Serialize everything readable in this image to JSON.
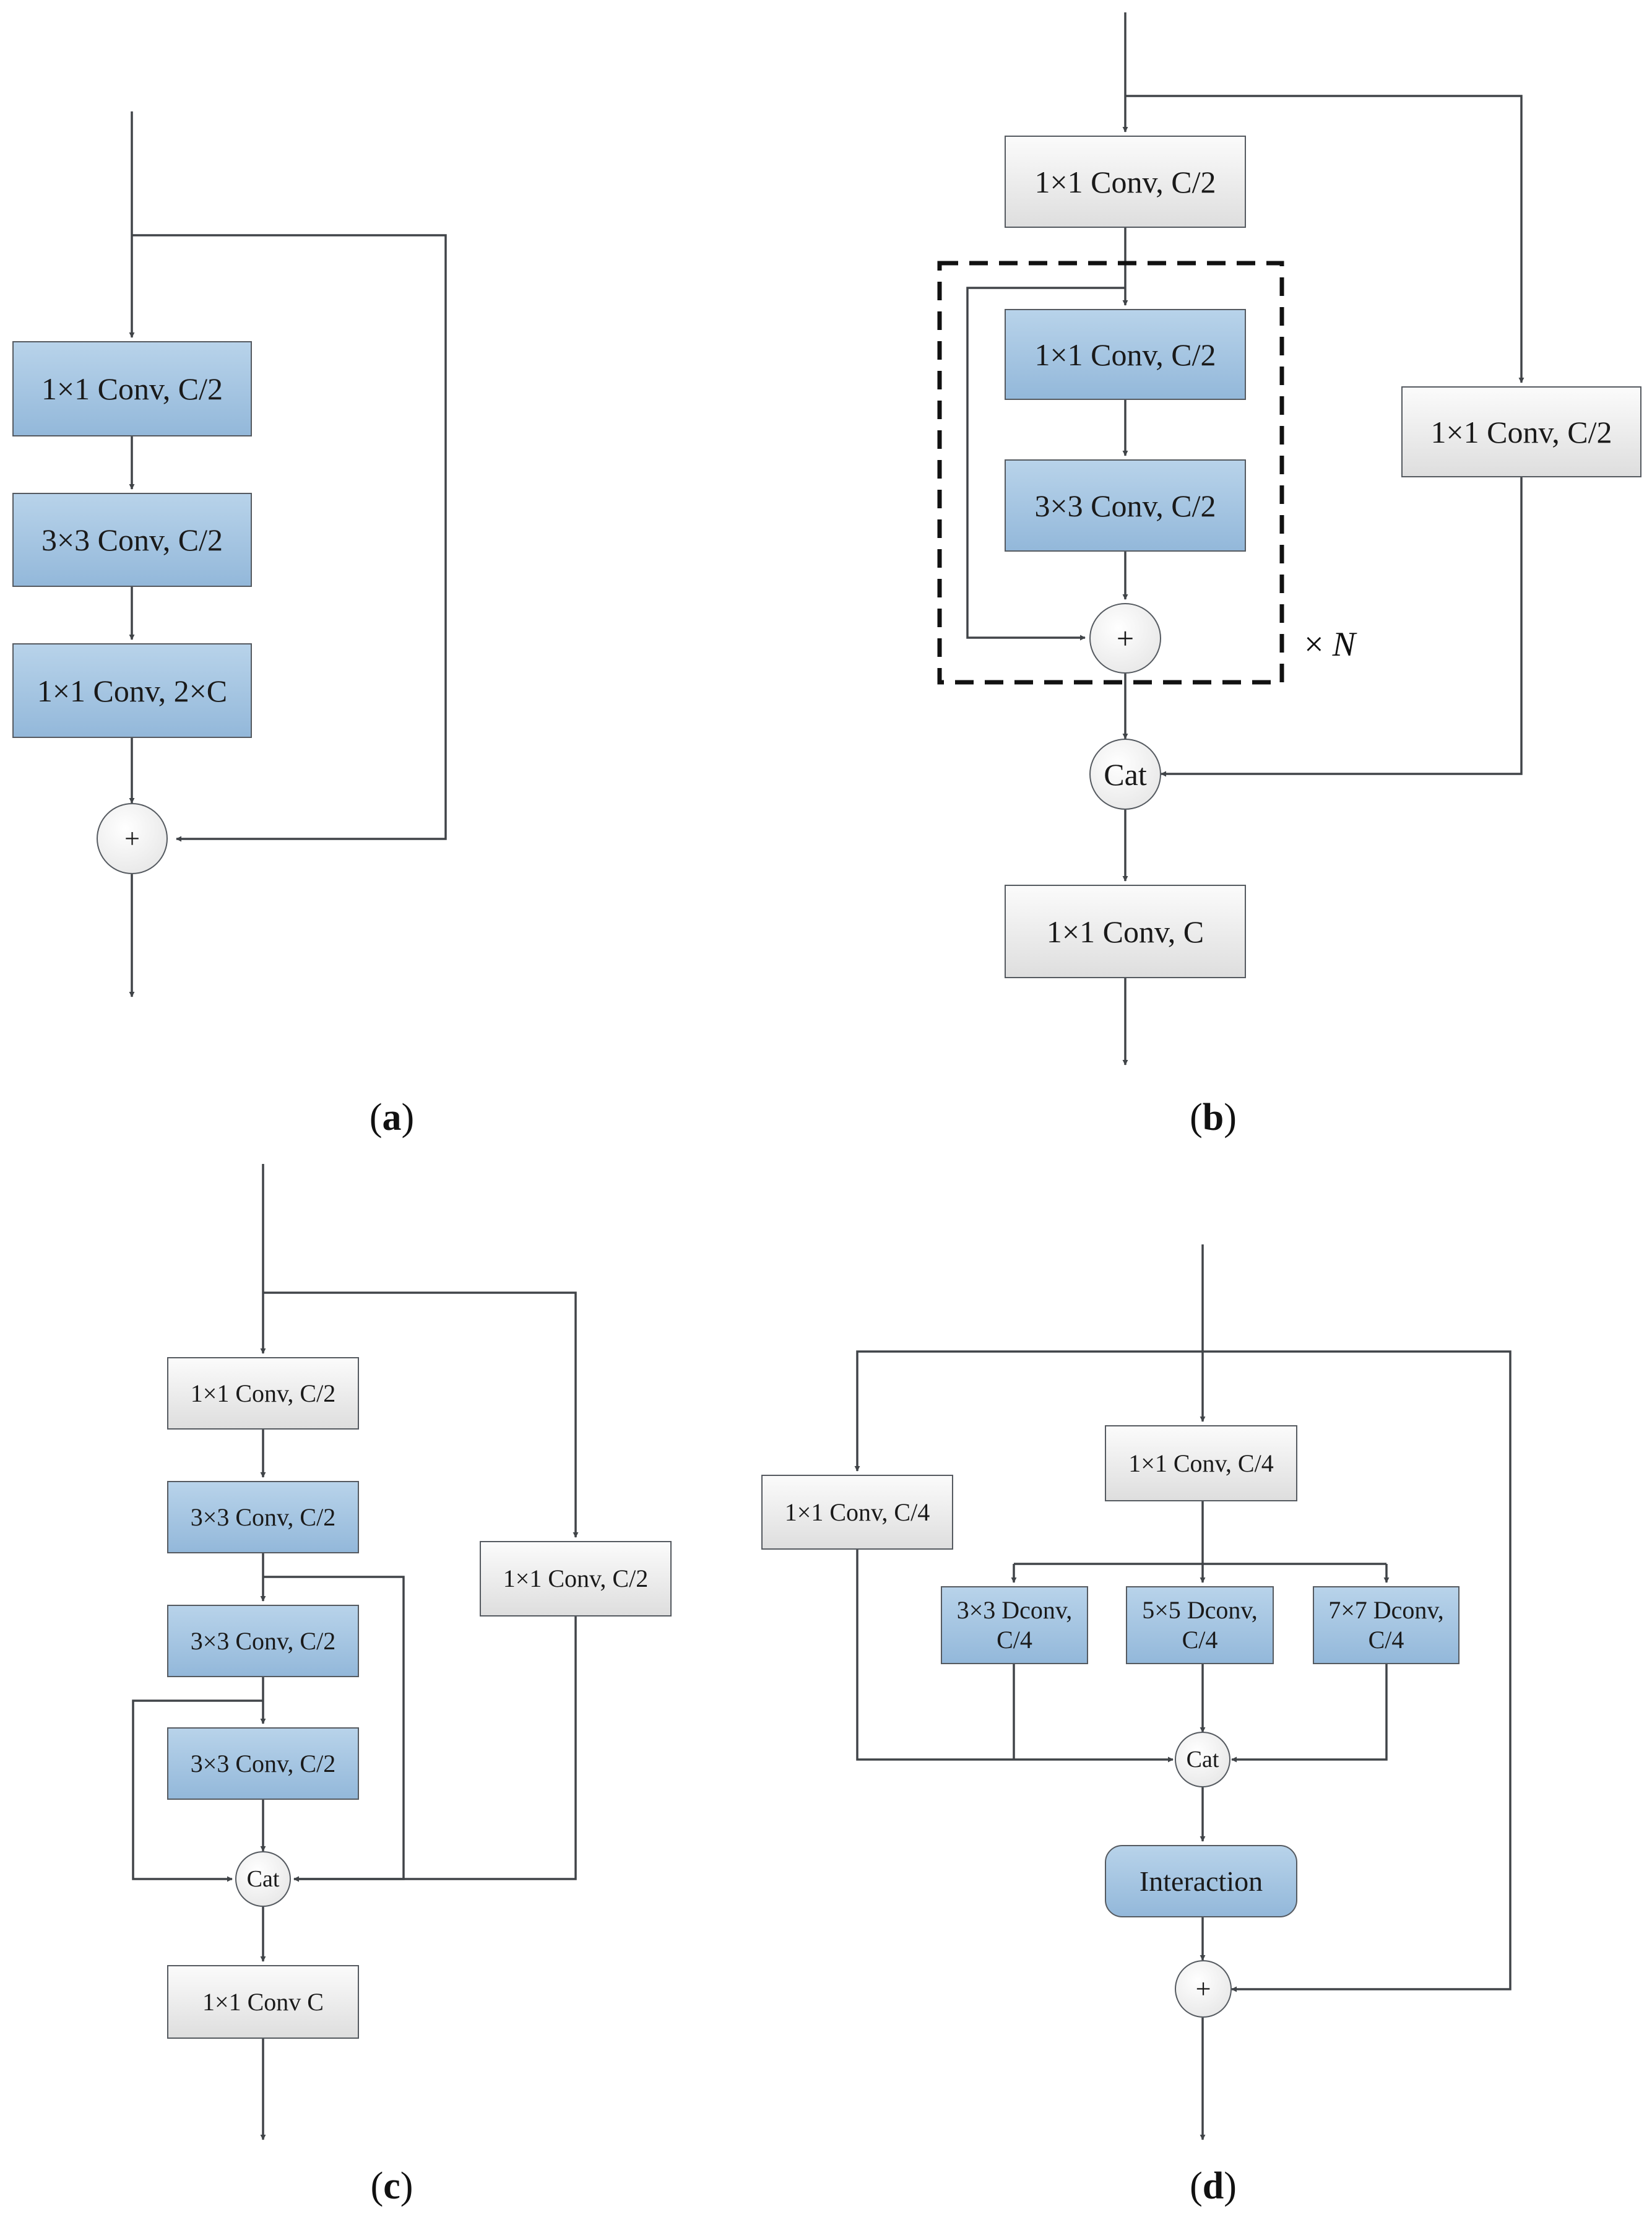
{
  "panels": {
    "a": {
      "label": "a",
      "blocks": [
        "1×1 Conv, C/2",
        "3×3 Conv, C/2",
        "1×1 Conv, 2×C"
      ],
      "add_symbol": "+"
    },
    "b": {
      "label": "b",
      "blocks": [
        "1×1 Conv, C/2",
        "1×1 Conv, C/2",
        "3×3 Conv, C/2",
        "1×1 Conv, C/2",
        "1×1 Conv, C"
      ],
      "add_symbol": "+",
      "cat_label": "Cat",
      "repeat_times": "×",
      "repeat_var": "N"
    },
    "c": {
      "label": "c",
      "blocks": [
        "1×1 Conv, C/2",
        "3×3 Conv, C/2",
        "3×3 Conv, C/2",
        "3×3 Conv, C/2",
        "1×1 Conv, C/2",
        "1×1 Conv  C"
      ],
      "cat_label": "Cat"
    },
    "d": {
      "label": "d",
      "blocks": [
        "1×1 Conv, C/4",
        "1×1 Conv, C/4",
        "3×3 Dconv,\nC/4",
        "5×5 Dconv,\nC/4",
        "7×7 Dconv,\nC/4"
      ],
      "cat_label": "Cat",
      "interaction_label": "Interaction",
      "add_symbol": "+"
    }
  },
  "colors": {
    "conv_blue": "#a6c5e2",
    "conv_gray": "#e8e8e8",
    "line": "#404448"
  }
}
